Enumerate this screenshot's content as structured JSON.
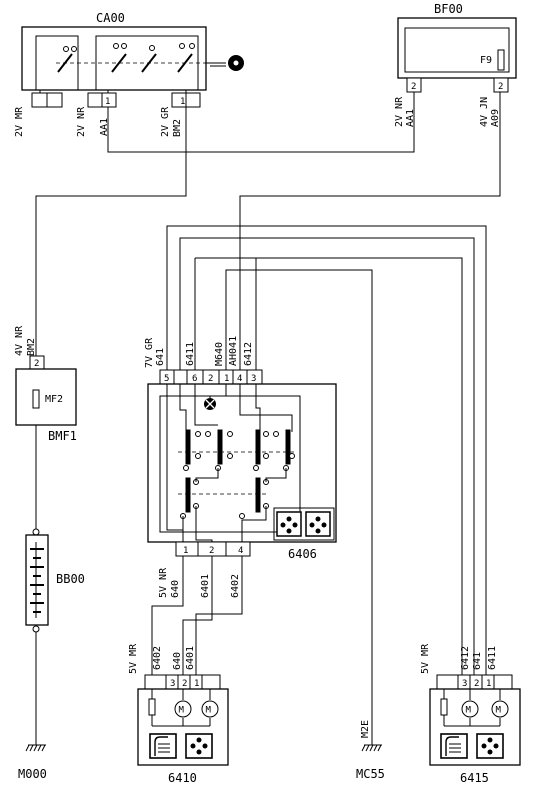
{
  "components": {
    "ignition_switch": {
      "ref": "CA00"
    },
    "fuse_box": {
      "ref": "BF00",
      "fuse": "F9"
    },
    "maxi_fuse": {
      "ref": "BMF1",
      "fuse": "MF2"
    },
    "battery": {
      "ref": "BB00"
    },
    "control_switch": {
      "ref": "6406"
    },
    "left_heater": {
      "ref": "6410"
    },
    "right_heater": {
      "ref": "6415"
    }
  },
  "grounds": {
    "left": "M000",
    "middle": "MC55",
    "middle_wire": "M2E"
  },
  "connectors": {
    "ca00_1": "2V MR",
    "ca00_2": "2V NR",
    "ca00_3_color": "2V GR",
    "ca00_3_wire": "BM2",
    "ca00_2_wire": "AA1",
    "bf00_left_color": "2V NR",
    "bf00_left_wire": "AA1",
    "bf00_right_color": "4V JN",
    "bf00_right_wire": "A09",
    "bmf1_color": "4V NR",
    "bmf1_wire": "BM2",
    "sw_top_color": "7V GR",
    "sw_bottom_color": "5V NR",
    "h6410_color": "5V MR",
    "h6415_color": "5V MR"
  },
  "pins": {
    "ca00": [
      "1",
      "1"
    ],
    "bf00": [
      "2",
      "2"
    ],
    "bmf1": "2",
    "sw_top": [
      "5",
      "6",
      "2",
      "1",
      "4",
      "3"
    ],
    "sw_bottom": [
      "1",
      "2",
      "4"
    ],
    "h6410": [
      "3",
      "2",
      "1"
    ],
    "h6415": [
      "3",
      "2",
      "1"
    ]
  },
  "wires": {
    "sw_top": [
      "641",
      "6411",
      "M640",
      "AH041",
      "6412"
    ],
    "sw_bottom": [
      "640",
      "6401",
      "6402"
    ],
    "h6410": [
      "6402",
      "640",
      "6401"
    ],
    "h6415": [
      "6412",
      "641",
      "6411"
    ]
  }
}
